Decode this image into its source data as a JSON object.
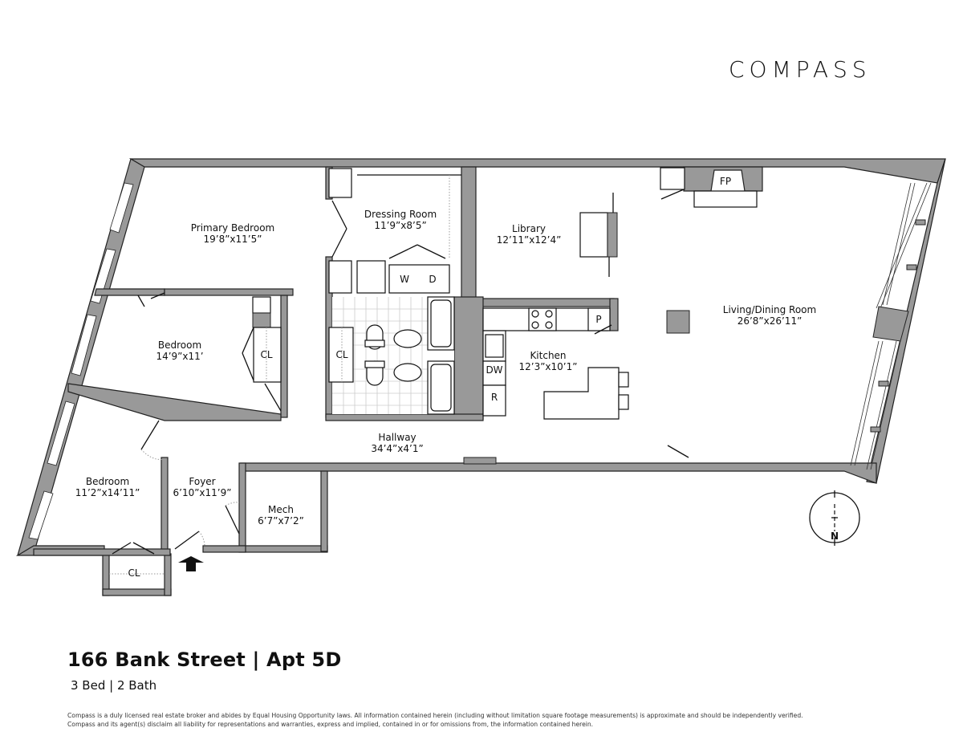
{
  "brand": {
    "logo_text": "COMPASS"
  },
  "listing": {
    "title": "166 Bank Street | Apt 5D",
    "summary": "3 Bed | 2 Bath"
  },
  "rooms": {
    "primary_bedroom": {
      "name": "Primary Bedroom",
      "dims": "19’8”x11’5”"
    },
    "dressing_room": {
      "name": "Dressing Room",
      "dims": "11’9”x8’5”"
    },
    "library": {
      "name": "Library",
      "dims": "12’11”x12’4”"
    },
    "living_dining": {
      "name": "Living/Dining Room",
      "dims": "26’8”x26’11”"
    },
    "bedroom_2": {
      "name": "Bedroom",
      "dims": "14’9”x11’"
    },
    "kitchen": {
      "name": "Kitchen",
      "dims": "12’3”x10’1”"
    },
    "hallway": {
      "name": "Hallway",
      "dims": "34’4”x4’1”"
    },
    "bedroom_3": {
      "name": "Bedroom",
      "dims": "11’2”x14’11”"
    },
    "foyer": {
      "name": "Foyer",
      "dims": "6’10”x11’9”"
    },
    "mech": {
      "name": "Mech",
      "dims": "6’7”x7’2”"
    }
  },
  "fixtures": {
    "fireplace": "FP",
    "washer": "W",
    "dryer": "D",
    "closet": "CL",
    "dishwasher": "DW",
    "refrigerator": "R",
    "pantry": "P"
  },
  "compass_rose": {
    "north_label": "N"
  },
  "disclaimer": {
    "line1": "Compass is a duly licensed real estate broker and abides by Equal Housing Opportunity laws.  All information contained herein (including without limitation square footage measurements) is approximate and should be independently verified.",
    "line2": "Compass and its agent(s) disclaim all liability for representations and warranties, express and implied, contained in or for omissions from, the information contained herein."
  }
}
